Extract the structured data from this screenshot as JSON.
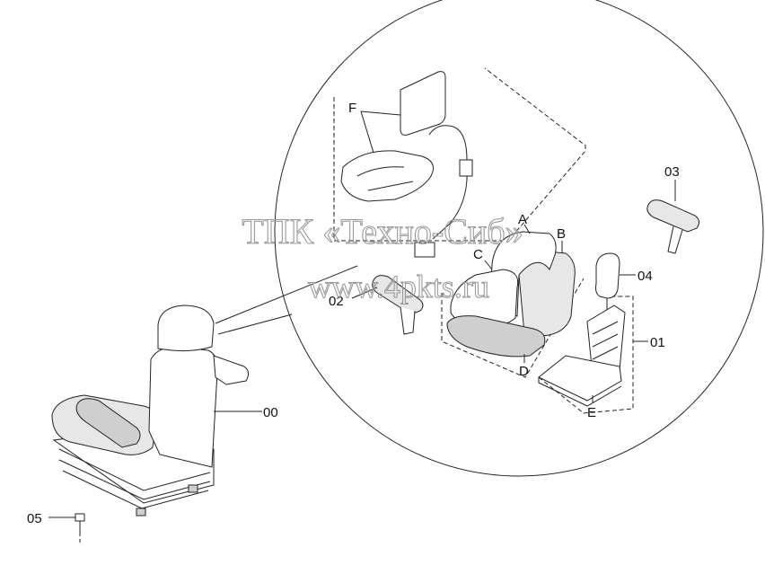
{
  "watermark": {
    "line1": "ТПК «Техно-Сиб»",
    "line2": "www.4pkts.ru"
  },
  "callouts": {
    "c00": "00",
    "c01": "01",
    "c02": "02",
    "c03": "03",
    "c04": "04",
    "c05": "05",
    "a": "A",
    "b": "B",
    "c": "C",
    "d": "D",
    "e": "E",
    "f": "F"
  }
}
